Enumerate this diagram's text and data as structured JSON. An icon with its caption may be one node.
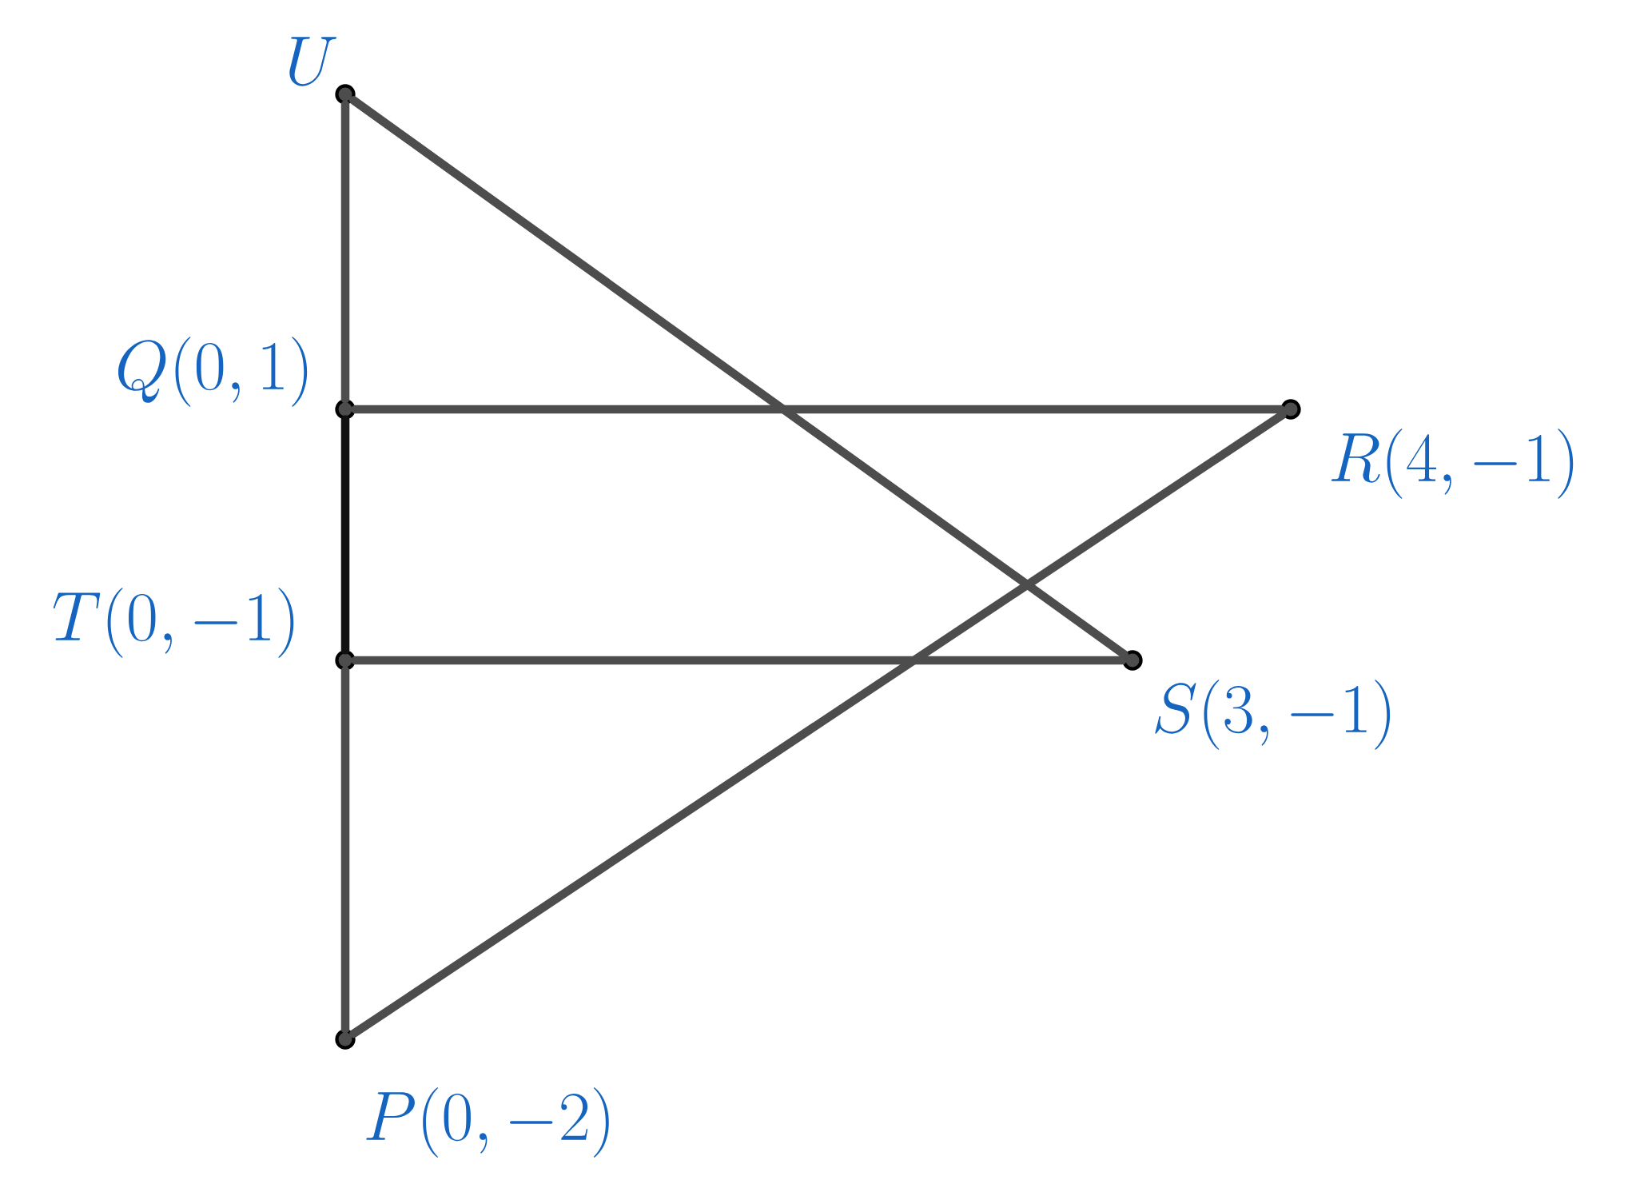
{
  "diagram": {
    "nodes": [
      {
        "text": [
          "U"
        ]
      },
      {
        "text": [
          "Q(0, 1)"
        ]
      },
      {
        "text": [
          "R(4, -1)"
        ]
      },
      {
        "text": [
          "T(0, -1)"
        ]
      },
      {
        "text": [
          "S(3, -1)"
        ]
      },
      {
        "text": [
          "P(0, -2)"
        ]
      }
    ],
    "edges": [
      {
        "from": 0,
        "to": 1,
        "arrow": "none"
      },
      {
        "from": 1,
        "to": 3,
        "arrow": "none",
        "color": "#111111"
      },
      {
        "from": 3,
        "to": 5,
        "arrow": "none"
      },
      {
        "from": 0,
        "to": 4,
        "arrow": "none"
      },
      {
        "from": 1,
        "to": 2,
        "arrow": "none"
      },
      {
        "from": 2,
        "to": 5,
        "arrow": "none"
      },
      {
        "from": 3,
        "to": 4,
        "arrow": "none"
      }
    ]
  }
}
